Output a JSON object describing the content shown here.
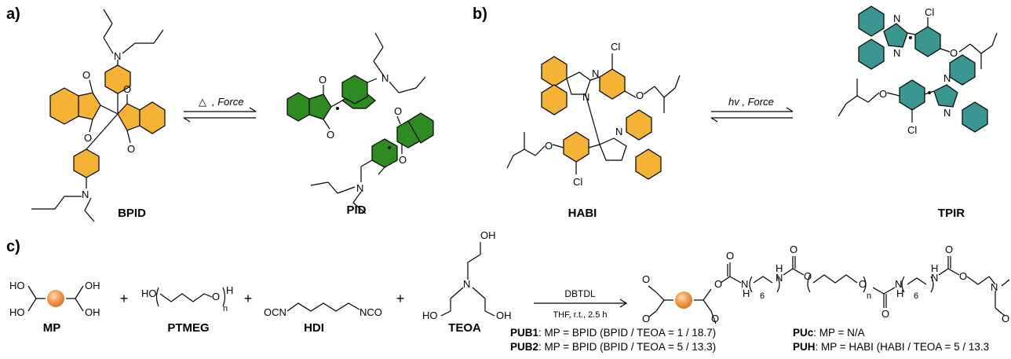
{
  "panels": {
    "a": "a)",
    "b": "b)",
    "c": "c)"
  },
  "colors": {
    "bpid_fill": "#F5B335",
    "pid_fill": "#2E8B22",
    "habi_fill": "#F5B335",
    "tpir_fill": "#3A9691",
    "sphere": "#F39A4A"
  },
  "panel_a": {
    "left_label": "BPID",
    "right_label": "PID",
    "arrow_label": "Δ , Force",
    "arrow_label_triangle": "△",
    "arrow_label_text": ", Force"
  },
  "panel_b": {
    "left_label": "HABI",
    "right_label": "TPIR",
    "arrow_label": "hv , Force"
  },
  "atoms": {
    "N": "N",
    "O": "O",
    "Cl": "Cl",
    "H": "H",
    "HO": "HO",
    "OH": "OH",
    "OCN": "OCN",
    "NCO": "NCO",
    "n": "n",
    "six": "6",
    "NH": "N",
    "Hsub": "H"
  },
  "panel_c": {
    "mp_label": "MP",
    "ptmeg_label": "PTMEG",
    "hdi_label": "HDI",
    "teoa_label": "TEOA",
    "plus": "+",
    "catalyst": "DBTDL",
    "conditions": "THF, r.t., 2.5 h",
    "footnotes": [
      {
        "bold": "PUB1",
        "text": ": MP = BPID  (BPID / TEOA = 1 / 18.7)"
      },
      {
        "bold": "PUB2",
        "text": ": MP = BPID  (BPID / TEOA = 5 / 13.3)"
      },
      {
        "bold": "PUc",
        "text": ": MP = N/A"
      },
      {
        "bold": "PUH",
        "text": ": MP = HABI (HABI / TEOA = 5 / 13.3"
      }
    ]
  }
}
